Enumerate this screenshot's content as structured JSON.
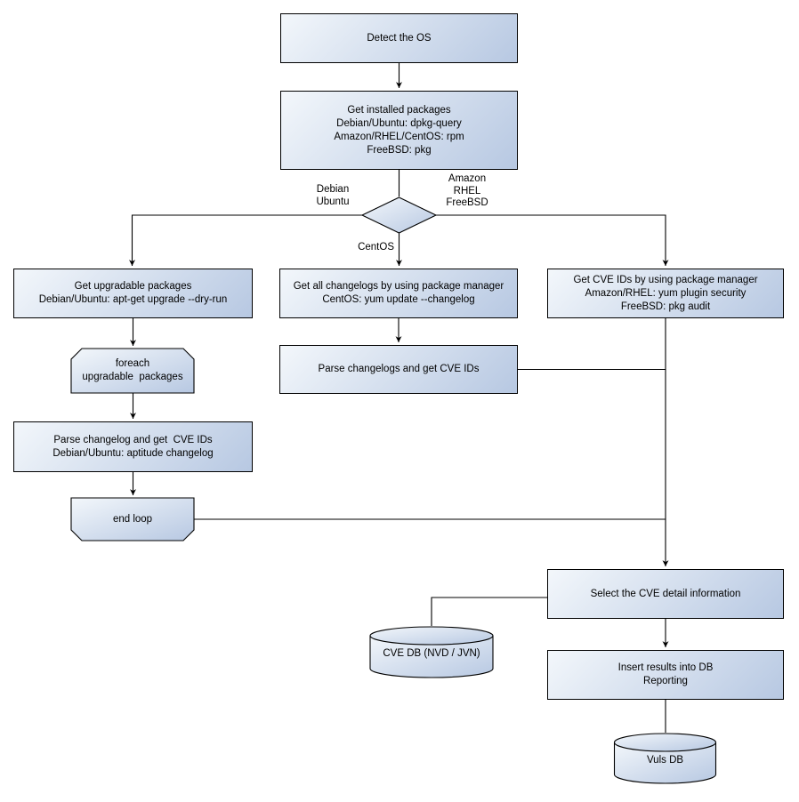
{
  "nodes": {
    "detect_os": {
      "label": "Detect the OS"
    },
    "get_installed_packages": {
      "label": "Get installed packages\nDebian/Ubuntu: dpkg-query\nAmazon/RHEL/CentOS: rpm\nFreeBSD: pkg"
    },
    "get_upgradable_packages": {
      "label": "Get upgradable packages\nDebian/Ubuntu: apt-get upgrade --dry-run"
    },
    "foreach_loop_start": {
      "label": "foreach\nupgradable  packages"
    },
    "parse_changelog_debian": {
      "label": "Parse changelog and get  CVE IDs\nDebian/Ubuntu: aptitude changelog"
    },
    "end_loop": {
      "label": "end loop"
    },
    "get_all_changelogs": {
      "label": "Get all changelogs by using package manager\nCentOS: yum update --changelog"
    },
    "parse_changelogs_centos": {
      "label": "Parse changelogs and get CVE IDs"
    },
    "get_cve_ids_pkg_manager": {
      "label": "Get CVE IDs by using package manager\nAmazon/RHEL: yum plugin security\nFreeBSD: pkg audit"
    },
    "select_cve_detail": {
      "label": "Select the CVE detail information"
    },
    "insert_results": {
      "label": "Insert results into DB\nReporting"
    },
    "cve_db": {
      "label": "CVE DB (NVD / JVN)"
    },
    "vuls_db": {
      "label": "Vuls DB"
    }
  },
  "branch_labels": {
    "debian_ubuntu": "Debian\nUbuntu",
    "amazon_rhel_freebsd": "Amazon\nRHEL\nFreeBSD",
    "centos": "CentOS"
  },
  "colors": {
    "node_fill_light": "#f3f7fb",
    "node_fill_dark": "#b7c8e2",
    "node_border": "#000000",
    "connector": "#000000",
    "text": "#000000",
    "background": "#ffffff"
  }
}
